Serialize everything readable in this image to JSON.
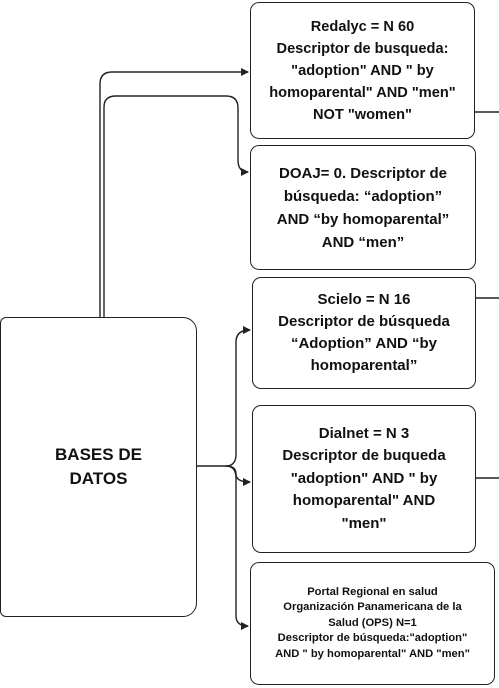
{
  "main": {
    "text": "BASES DE\nDATOS"
  },
  "boxes": {
    "redalyc": {
      "text": "Redalyc = N 60\nDescriptor de busqueda:\n\"adoption\" AND \" by\nhomoparental\" AND \"men\"\nNOT \"women\""
    },
    "doaj": {
      "text": "DOAJ= 0. Descriptor de\nbúsqueda: “adoption”\nAND “by homoparental”\nAND “men”"
    },
    "scielo": {
      "text": "Scielo = N 16\nDescriptor de búsqueda\n“Adoption” AND “by\nhomoparental”"
    },
    "dialnet": {
      "text": "Dialnet = N 3\nDescriptor de buqueda\n\"adoption\" AND \" by\nhomoparental\" AND\n\"men\""
    },
    "ops": {
      "text": "Portal Regional en salud\nOrganización Panamericana de la\nSalud (OPS) N=1\nDescriptor de búsqueda:\"adoption\"\nAND \" by homoparental\" AND \"men\""
    }
  },
  "colors": {
    "stroke": "#222222",
    "text": "#111111",
    "background": "#ffffff"
  }
}
